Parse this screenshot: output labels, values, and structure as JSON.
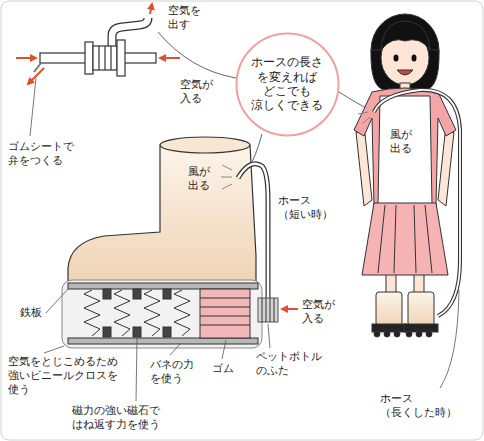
{
  "diagram": {
    "nodes": [
      {
        "text": [
          "ホースの長さ を変えれば どこでも 涼しくできる"
        ]
      }
    ],
    "labels": [
      "空気を 出す",
      "空気が 入る",
      "ゴムシートで 弁をつくる",
      "風が 出る",
      "ホース （短い時）",
      "鉄板",
      "空気が 入る",
      "ペットボトル のふた",
      "ゴム",
      "バネの力 を使う",
      "空気をとじこめるため 強いビニールクロスを 使う",
      "磁力の強い磁石で はね返す力を使う",
      "風が 出る",
      "ホース （長くした時）"
    ]
  }
}
